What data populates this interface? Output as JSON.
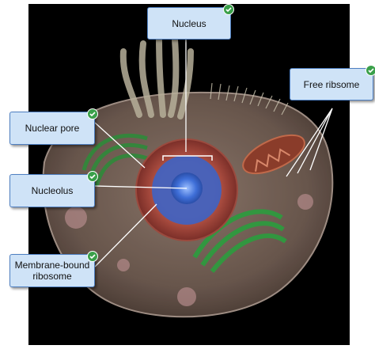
{
  "labels": {
    "nucleus": "Nucleus",
    "free_ribosome": "Free ribsome",
    "nuclear_pore": "Nuclear pore",
    "nucleolus": "Nucleolus",
    "membrane_bound_ribosome": "Membrane-bound\nribosome"
  },
  "icons": {
    "check": "check-circle-icon"
  },
  "colors": {
    "label_fill": "#cfe3f7",
    "label_border": "#4f80c2",
    "check_green": "#3aa04a",
    "background": "#000000"
  }
}
